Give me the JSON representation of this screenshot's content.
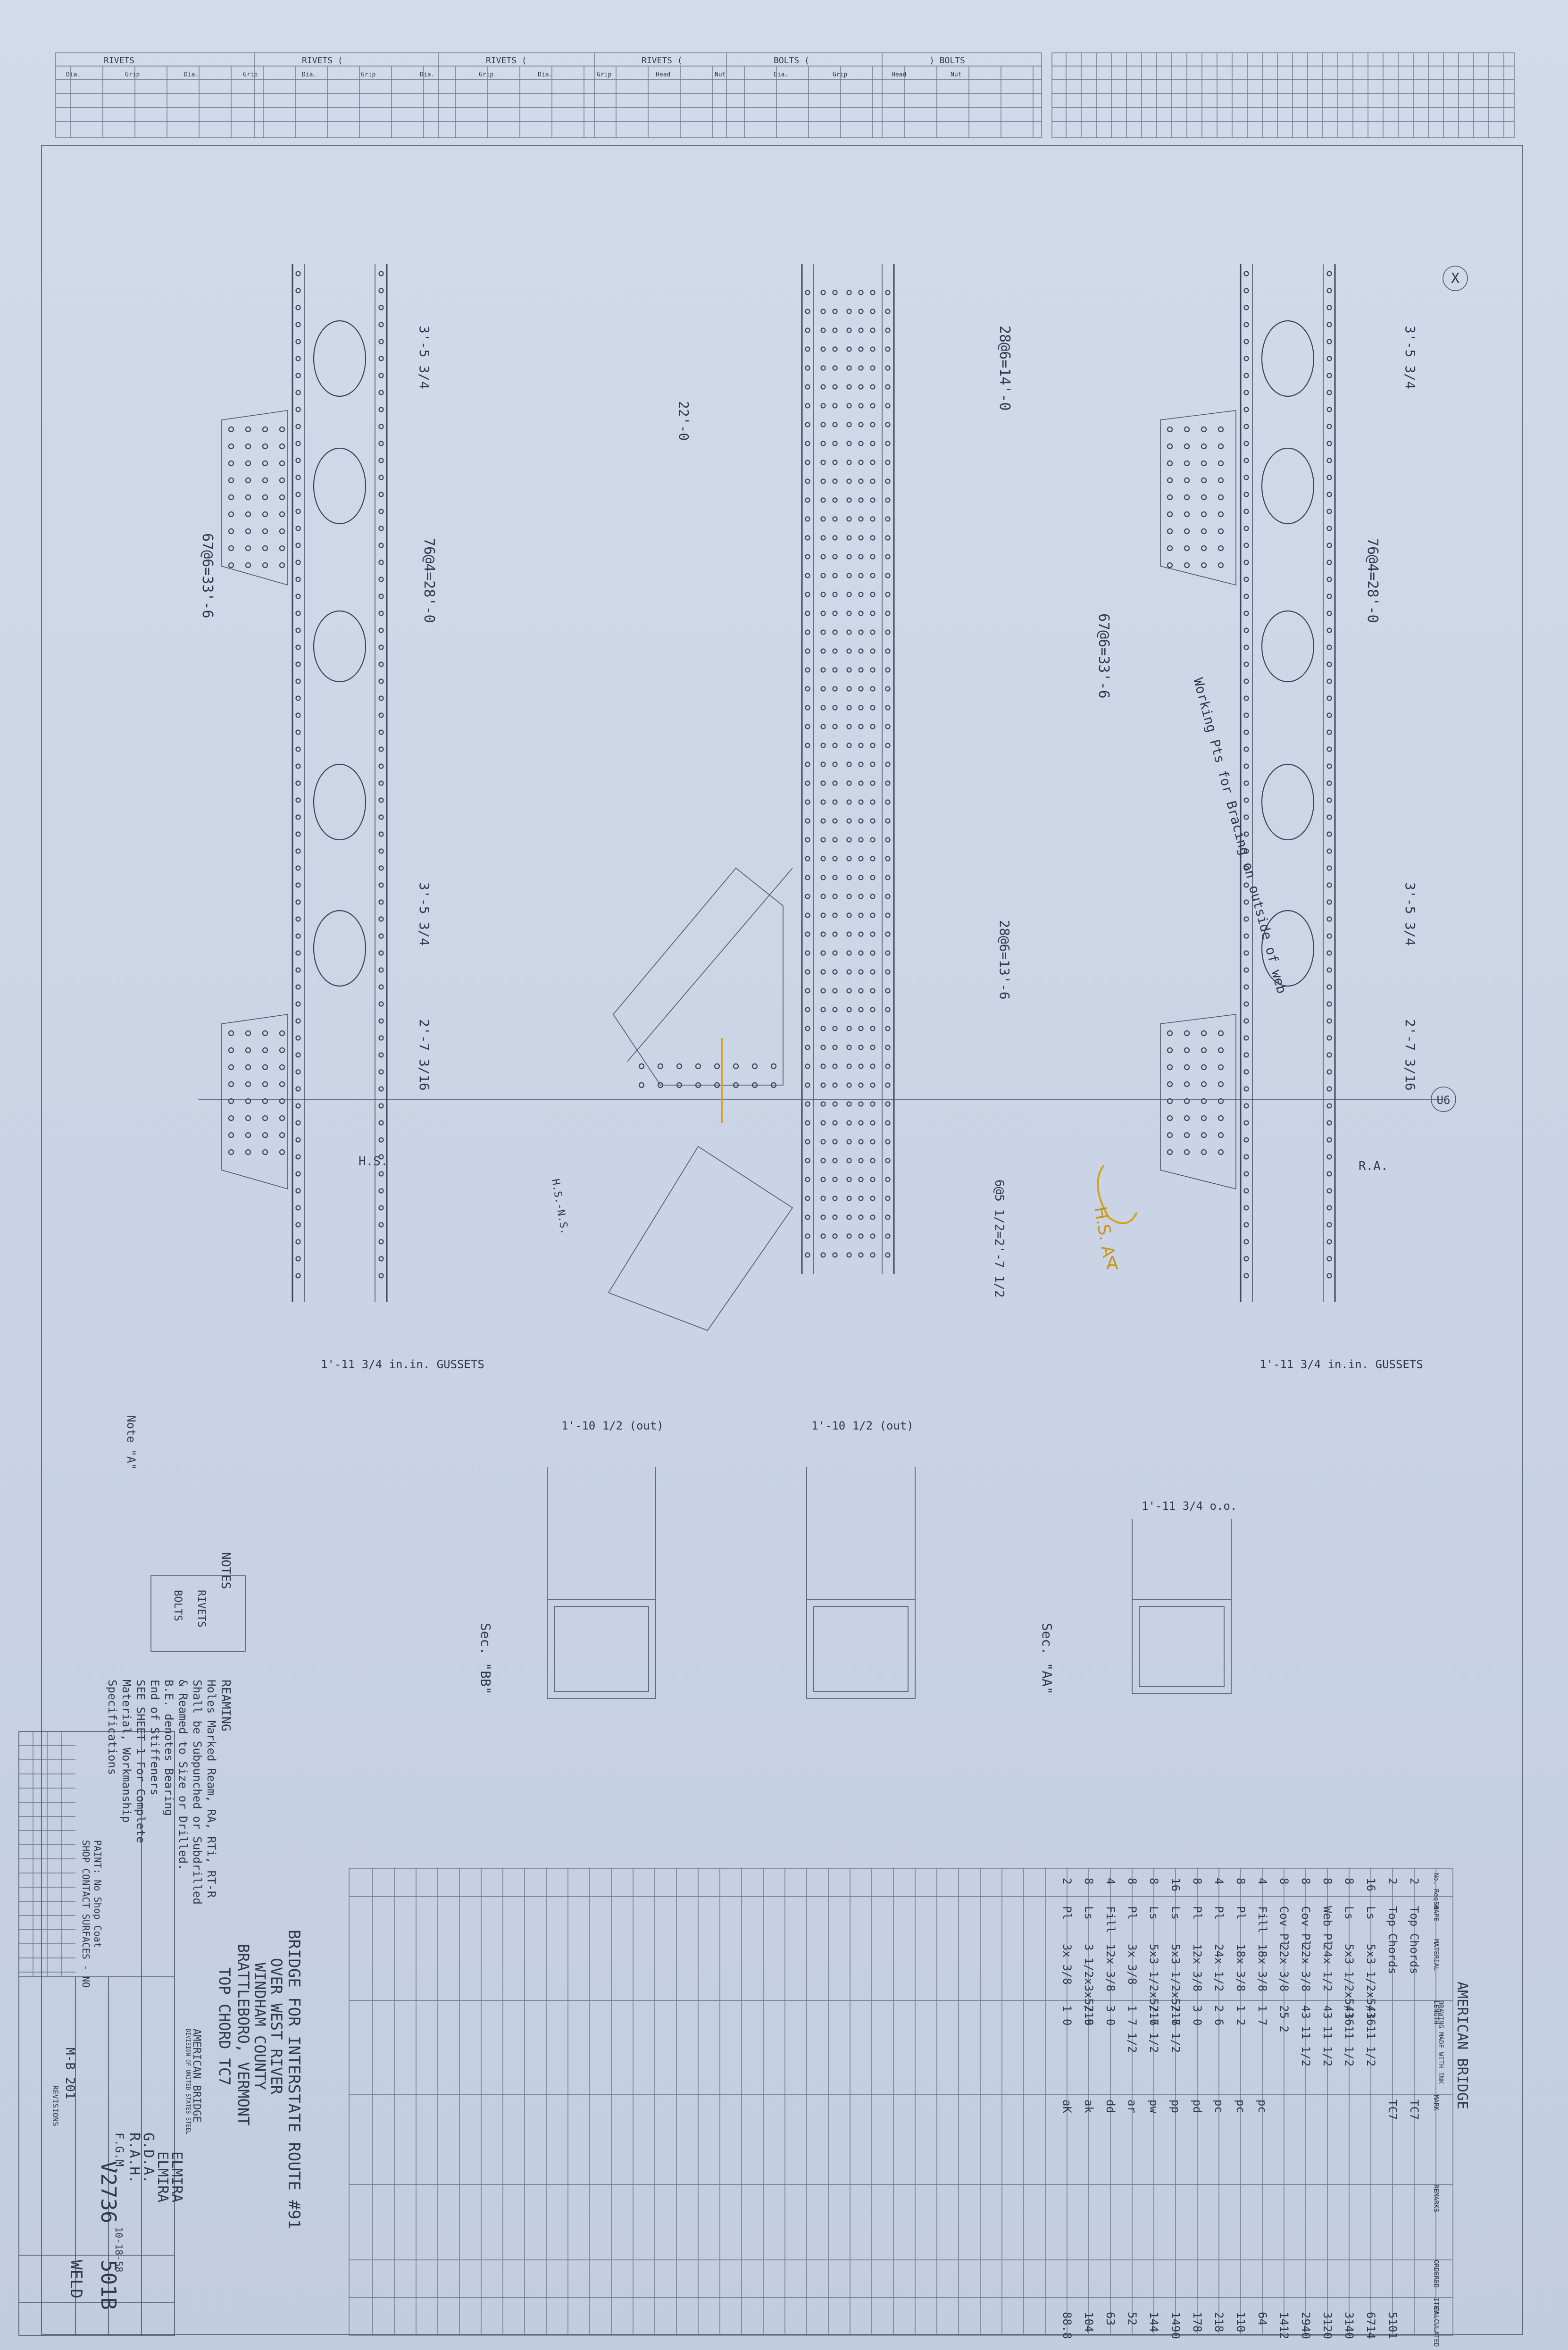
{
  "header_table": {
    "groups": [
      "RIVETS",
      "RIVETS (",
      "RIVETS (",
      "RIVETS (",
      "BOLTS (",
      ") BOLTS"
    ],
    "subheads": [
      "Dia.",
      "Grip",
      "Dia.",
      "Grip",
      "Dia.",
      "Grip",
      "Dia.",
      "Grip",
      "Dia.",
      "Grip",
      "Head",
      "Nut",
      "Dia.",
      "Grip",
      "Head",
      "Nut"
    ]
  },
  "markers": {
    "top_right": "X",
    "mid_right": "U6"
  },
  "dimensions": {
    "left_top": "3'-5 3/4",
    "left_mid": "76@4=28'-0",
    "left_low": "3'-5 3/4",
    "left_bot": "2'-7 3/16",
    "left_side": "67@6=33'-6",
    "center_top": "28@6=14'-0",
    "center_mid": "28@6=13'-6",
    "center_22": "22'-0",
    "center_low": "6@5 1/2=2'-7 1/2",
    "right_top": "3'-5 3/4",
    "right_mid": "76@4=28'-0",
    "right_side": "67@6=33'-6",
    "right_low": "3'-5 3/4",
    "right_bot": "2'-7 3/16",
    "gusset_left": "1'-11 3/4 in.in. GUSSETS",
    "gusset_right": "1'-11 3/4 in.in. GUSSETS"
  },
  "annotations": {
    "bracing_note": "Working Pts for Bracing on outside of web",
    "ra": "R.A.",
    "hs": "H.S.",
    "hsns": "H.S.-N.S.",
    "yellow_note": "H.S. A",
    "yellow_a": "A"
  },
  "sections": {
    "sec_bb": "Sec. \"BB\"",
    "sec_aa": "Sec. \"AA\"",
    "sec_bb_top": "1'-10 1/2 (out)",
    "sec_aa_top": "1'-10 1/2 (out)",
    "sec_right_top": "1'-11 3/4 o.o."
  },
  "notes": {
    "title": "NOTES",
    "lines": [
      "RIVETS",
      "BOLTS",
      "REAMING",
      "Holes Marked Ream, RA, RTi, RT-R",
      "Shall be Subpunched or Subdrilled",
      "& Reamed to Size or Drilled.",
      "B.E. denotes Bearing",
      "End of Stiffeners",
      "SEE SHEET 1 For Complete",
      "Material, Workmanship",
      "Specifications"
    ],
    "note_a": "Note \"A\"",
    "paint_note": "PAINT: No Shop Coat",
    "shop_contact": "SHOP CONTACT SURFACES - NO"
  },
  "bill_of_material": {
    "columns": [
      "No. Req'd",
      "SHAPE",
      "MATERIAL",
      "LENGTH",
      "MARK",
      "REMARKS",
      "ORDERED",
      "ITEM",
      "CALCULATED WEIGHT"
    ],
    "rows": [
      [
        "2",
        "Top Chords",
        "",
        "",
        "TC7",
        "",
        "",
        "",
        ""
      ],
      [
        "2",
        "Top Chords",
        "",
        "",
        "TC7",
        "",
        "",
        "",
        "5101"
      ],
      [
        "16",
        "Ls",
        "5x3 1/2x5/16",
        "43 11 1/2",
        "",
        "",
        "",
        "",
        "6714"
      ],
      [
        "8",
        "Ls",
        "5x3 1/2x5/16",
        "43 11 1/2",
        "",
        "",
        "",
        "",
        "3140"
      ],
      [
        "8",
        "Web Pl",
        "24x 1/2",
        "43 11 1/2",
        "",
        "",
        "",
        "",
        "3120"
      ],
      [
        "8",
        "Cov Pl",
        "22x 3/8",
        "43 11 1/2",
        "",
        "",
        "",
        "",
        "2940"
      ],
      [
        "8",
        "Cov Pl",
        "22x 3/8",
        "25 2",
        "",
        "",
        "",
        "",
        "1412"
      ],
      [
        "4",
        "Fill",
        "18x 3/8",
        "1 7",
        "pc",
        "",
        "",
        "",
        "64"
      ],
      [
        "8",
        "Pl",
        "18x 3/8",
        "1 2",
        "pc",
        "",
        "",
        "",
        "110"
      ],
      [
        "4",
        "Pl",
        "24x 1/2",
        "2 6",
        "pc",
        "",
        "",
        "",
        "218"
      ],
      [
        "8",
        "Pl",
        "12x 3/8",
        "3 0",
        "pd",
        "",
        "",
        "",
        "178"
      ],
      [
        "16",
        "Ls",
        "5x3 1/2x5/16",
        "2 7 1/2",
        "pp",
        "",
        "",
        "",
        "1490"
      ],
      [
        "8",
        "Ls",
        "5x3 1/2x5/16",
        "2 7 1/2",
        "pw",
        "",
        "",
        "",
        "144"
      ],
      [
        "8",
        "Pl",
        "3x 3/8",
        "1 7 1/2",
        "ar",
        "",
        "",
        "",
        "52"
      ],
      [
        "4",
        "Fill",
        "12x 3/8",
        "3 0",
        "dd",
        "",
        "",
        "",
        "63"
      ],
      [
        "8",
        "Ls",
        "3 1/2x3x5/16",
        "2 9",
        "ak",
        "",
        "",
        "",
        "104"
      ],
      [
        "2",
        "Pl",
        "3x 3/8",
        "1 0",
        "aK",
        "",
        "",
        "",
        "88.8"
      ]
    ]
  },
  "title_block": {
    "bridge": "BRIDGE FOR INTERSTATE ROUTE #91",
    "over": "OVER WEST RIVER",
    "county": "WINDHAM COUNTY",
    "town": "BRATTLEBORO, VERMONT",
    "member": "TOP CHORD TC7",
    "company": "AMERICAN BRIDGE",
    "division": "DIVISION OF UNITED STATES STEEL",
    "drawings_made_at": "ELMIRA",
    "work_fabricated_at": "ELMIRA",
    "drawn_by": "G.D.A.",
    "checked_by": "R.A.H.",
    "chief": "F.G.M.",
    "date": "10-18-58",
    "order_no": "V2736",
    "sheet_no": "501B",
    "weld": "WELD",
    "form": "M-B 201",
    "revisions": "REVISIONS"
  },
  "right_header": {
    "company": "AMERICAN BRIDGE",
    "made_with": "DRAWING MADE WITH INK"
  }
}
